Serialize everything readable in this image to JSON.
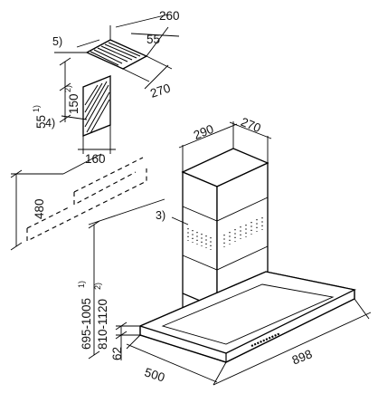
{
  "labels": {
    "top_width": "260",
    "top_offset": "55",
    "top_depth": "270",
    "note_5": "5)",
    "dim_55": "55",
    "dim_55_sup": "1)",
    "dim_150": "150",
    "dim_150_sup": "2)",
    "note_4": "4)",
    "dim_160": "160",
    "dim_480": "480",
    "chimney_width": "290",
    "chimney_depth": "270",
    "note_3": "3)",
    "height_1": "695-1005",
    "height_1_sup": "1)",
    "height_2": "810-1120",
    "height_2_sup": "2)",
    "hood_thickness": "62",
    "hood_depth": "500",
    "hood_width": "898"
  }
}
